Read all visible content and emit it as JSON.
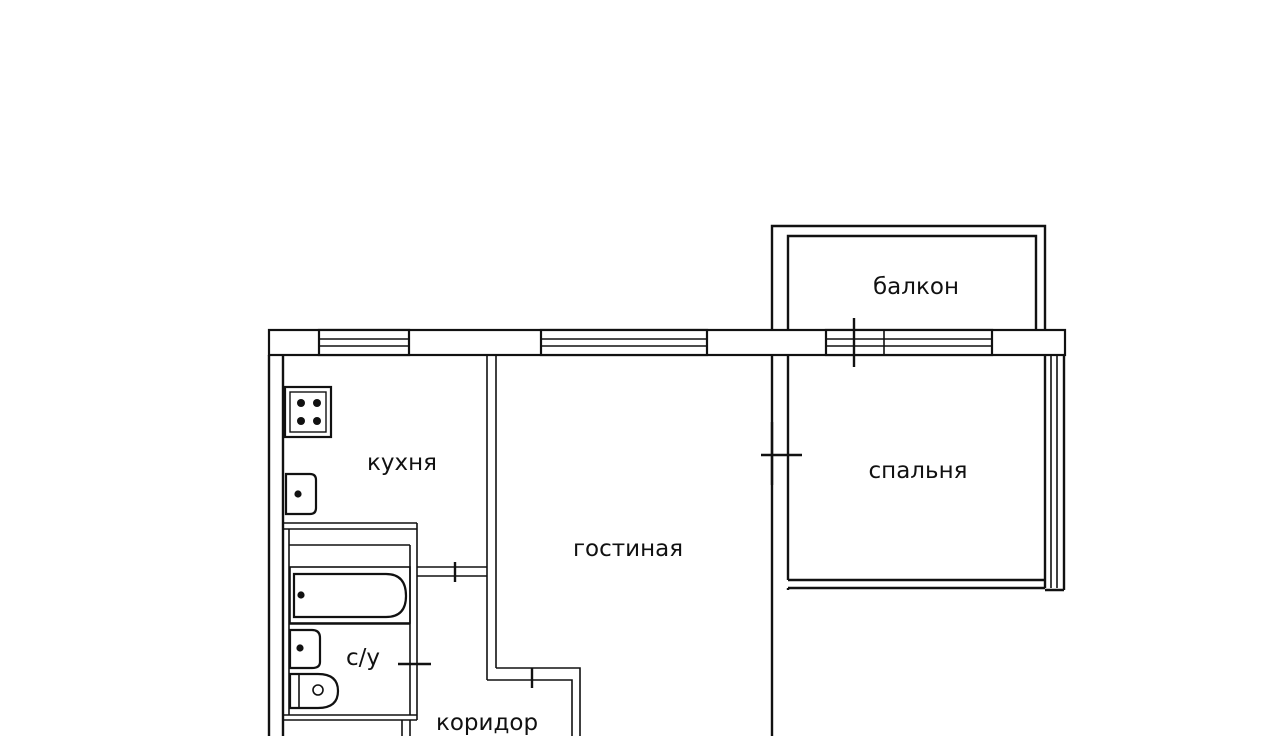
{
  "plan": {
    "rooms": {
      "balcony": "балкон",
      "kitchen": "кухня",
      "bedroom": "спальня",
      "living": "гостиная",
      "bathroom": "с/у",
      "corridor": "коридор"
    },
    "colors": {
      "line": "#111111",
      "background": "#ffffff"
    }
  }
}
